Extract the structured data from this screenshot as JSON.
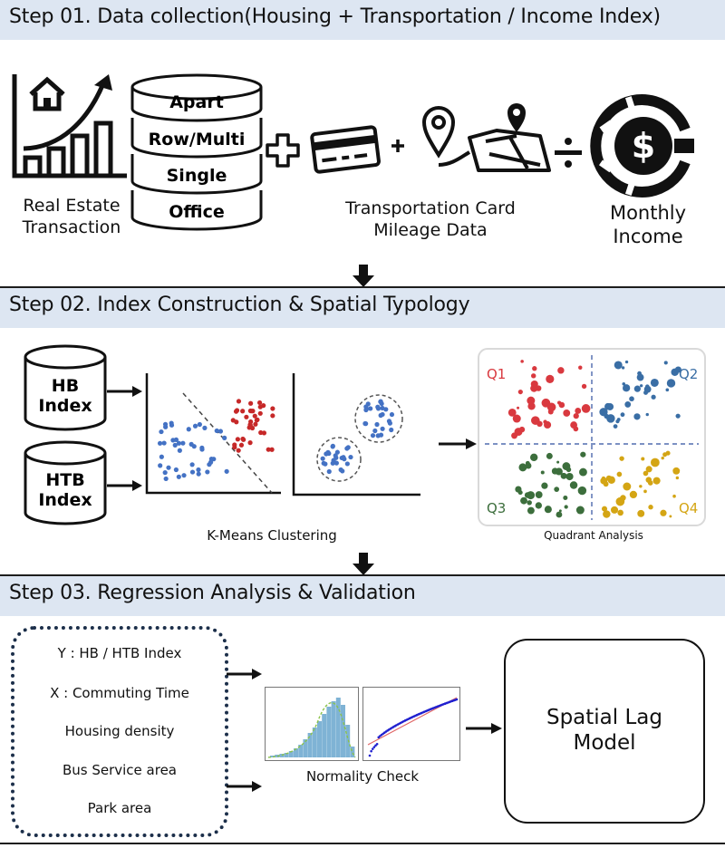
{
  "step1": {
    "title": "Step 01. Data collection(Housing + Transportation / Income Index)",
    "real_estate_line1": "Real Estate",
    "real_estate_line2": "Transaction",
    "db_layers": [
      "Apart",
      "Row/Multi",
      "Single",
      "Office"
    ],
    "transport_line1": "Transportation Card",
    "transport_line2": "Mileage Data",
    "income_line1": "Monthly",
    "income_line2": "Income",
    "icons": [
      "house-chart-icon",
      "credit-card-icon",
      "location-pin-icon",
      "map-pin-icon",
      "dollar-coin-icon"
    ]
  },
  "step2": {
    "title": "Step 02. Index Construction & Spatial Typology",
    "hb_line1": "HB",
    "hb_line2": "Index",
    "htb_line1": "HTB",
    "htb_line2": "Index",
    "kmeans_caption": "K-Means Clustering",
    "quadrant_caption": "Quadrant Analysis",
    "quadrants": [
      "Q1",
      "Q2",
      "Q3",
      "Q4"
    ],
    "quadrant_colors": [
      "#d9393f",
      "#3a6ea5",
      "#3c6e3c",
      "#d4a514"
    ]
  },
  "step3": {
    "title": "Step 03. Regression Analysis & Validation",
    "variables": [
      "Y : HB / HTB Index",
      "X : Commuting Time",
      "Housing density",
      "Bus Service area",
      "Park area"
    ],
    "normality_caption": "Normality Check",
    "model_line1": "Spatial Lag",
    "model_line2": "Model"
  }
}
